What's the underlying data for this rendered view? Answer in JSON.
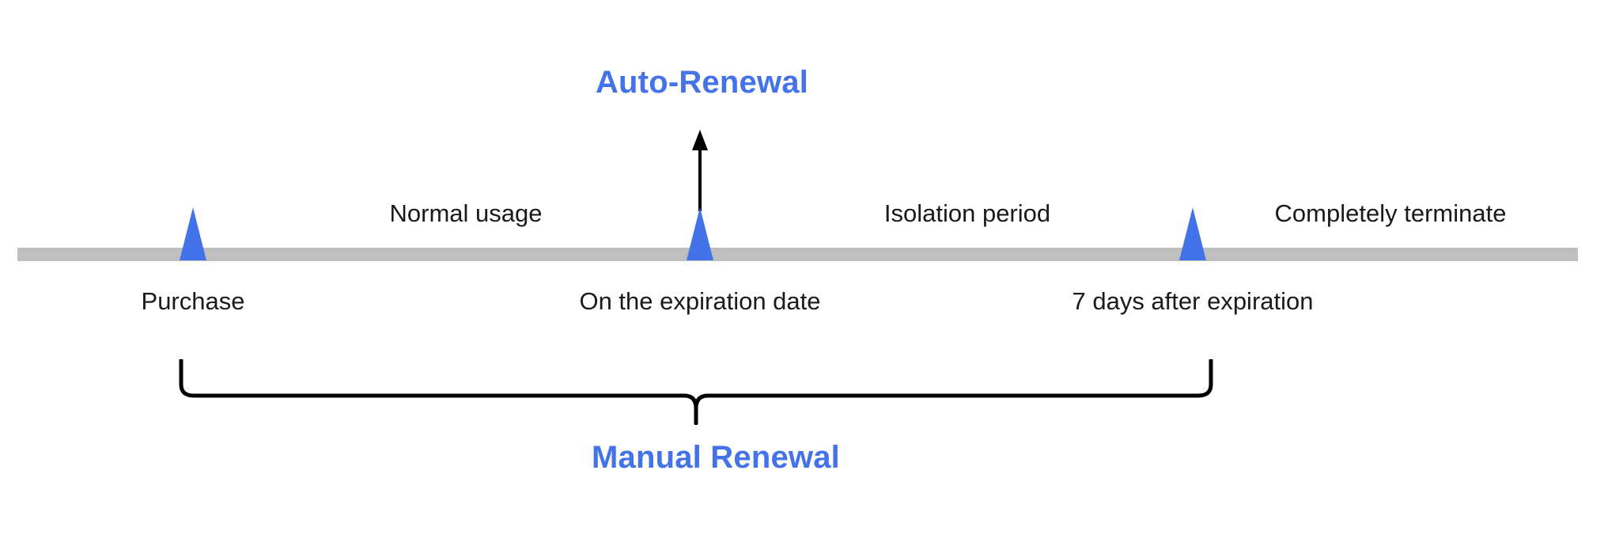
{
  "diagram": {
    "type": "timeline",
    "background_color": "#FFFFFF",
    "accent_color": "#4472E8",
    "timeline_color": "#BFBFBF",
    "text_color": "#1A1A1A",
    "phases": {
      "auto_renewal": "Auto-Renewal",
      "manual_renewal": "Manual Renewal"
    },
    "events": [
      {
        "id": "purchase",
        "label": "Purchase"
      },
      {
        "id": "expiration",
        "label": "On the expiration date"
      },
      {
        "id": "after-7-days",
        "label": "7 days after expiration"
      }
    ],
    "segments": [
      {
        "id": "normal-usage",
        "label": "Normal usage"
      },
      {
        "id": "isolation-period",
        "label": "Isolation period"
      },
      {
        "id": "terminate",
        "label": "Completely terminate"
      }
    ],
    "icons": {
      "marker": "triangle-marker-icon",
      "arrow": "up-arrow-icon",
      "brace": "curly-brace-icon"
    }
  }
}
